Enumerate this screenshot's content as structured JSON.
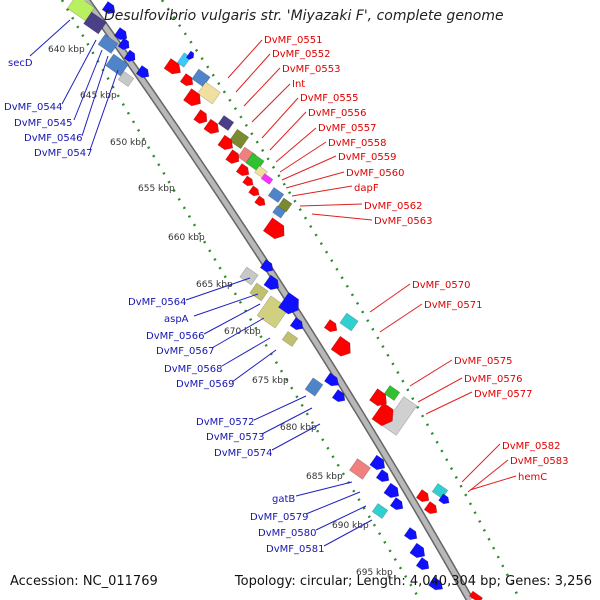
{
  "title": "Desulfovibrio vulgaris str. 'Miyazaki F', complete genome",
  "accession": "Accession: NC_011769",
  "topology": "Topology: circular; Length: 4,040,304 bp; Genes: 3,256",
  "colors": {
    "forward": "#ff0000",
    "reverse": "#0000ff",
    "backbone": "#999999",
    "ticks": "#2e8b2e",
    "label_forward": "#e00000",
    "label_reverse": "#1515b0"
  },
  "kbp_labels": [
    "640 kbp",
    "645 kbp",
    "650 kbp",
    "655 kbp",
    "660 kbp",
    "665 kbp",
    "670 kbp",
    "675 kbp",
    "680 kbp",
    "685 kbp",
    "690 kbp",
    "695 kbp"
  ],
  "forward_genes": [
    "DvMF_0551",
    "DvMF_0552",
    "DvMF_0553",
    "Int",
    "DvMF_0555",
    "DvMF_0556",
    "DvMF_0557",
    "DvMF_0558",
    "DvMF_0559",
    "DvMF_0560",
    "dapF",
    "DvMF_0562",
    "DvMF_0563",
    "DvMF_0570",
    "DvMF_0571",
    "DvMF_0575",
    "DvMF_0576",
    "DvMF_0577",
    "DvMF_0582",
    "DvMF_0583",
    "hemC"
  ],
  "reverse_genes": [
    "secD",
    "DvMF_0544",
    "DvMF_0545",
    "DvMF_0546",
    "DvMF_0547",
    "DvMF_0564",
    "aspA",
    "DvMF_0566",
    "DvMF_0567",
    "DvMF_0568",
    "DvMF_0569",
    "DvMF_0572",
    "DvMF_0573",
    "DvMF_0574",
    "gatB",
    "DvMF_0579",
    "DvMF_0580",
    "DvMF_0581"
  ]
}
